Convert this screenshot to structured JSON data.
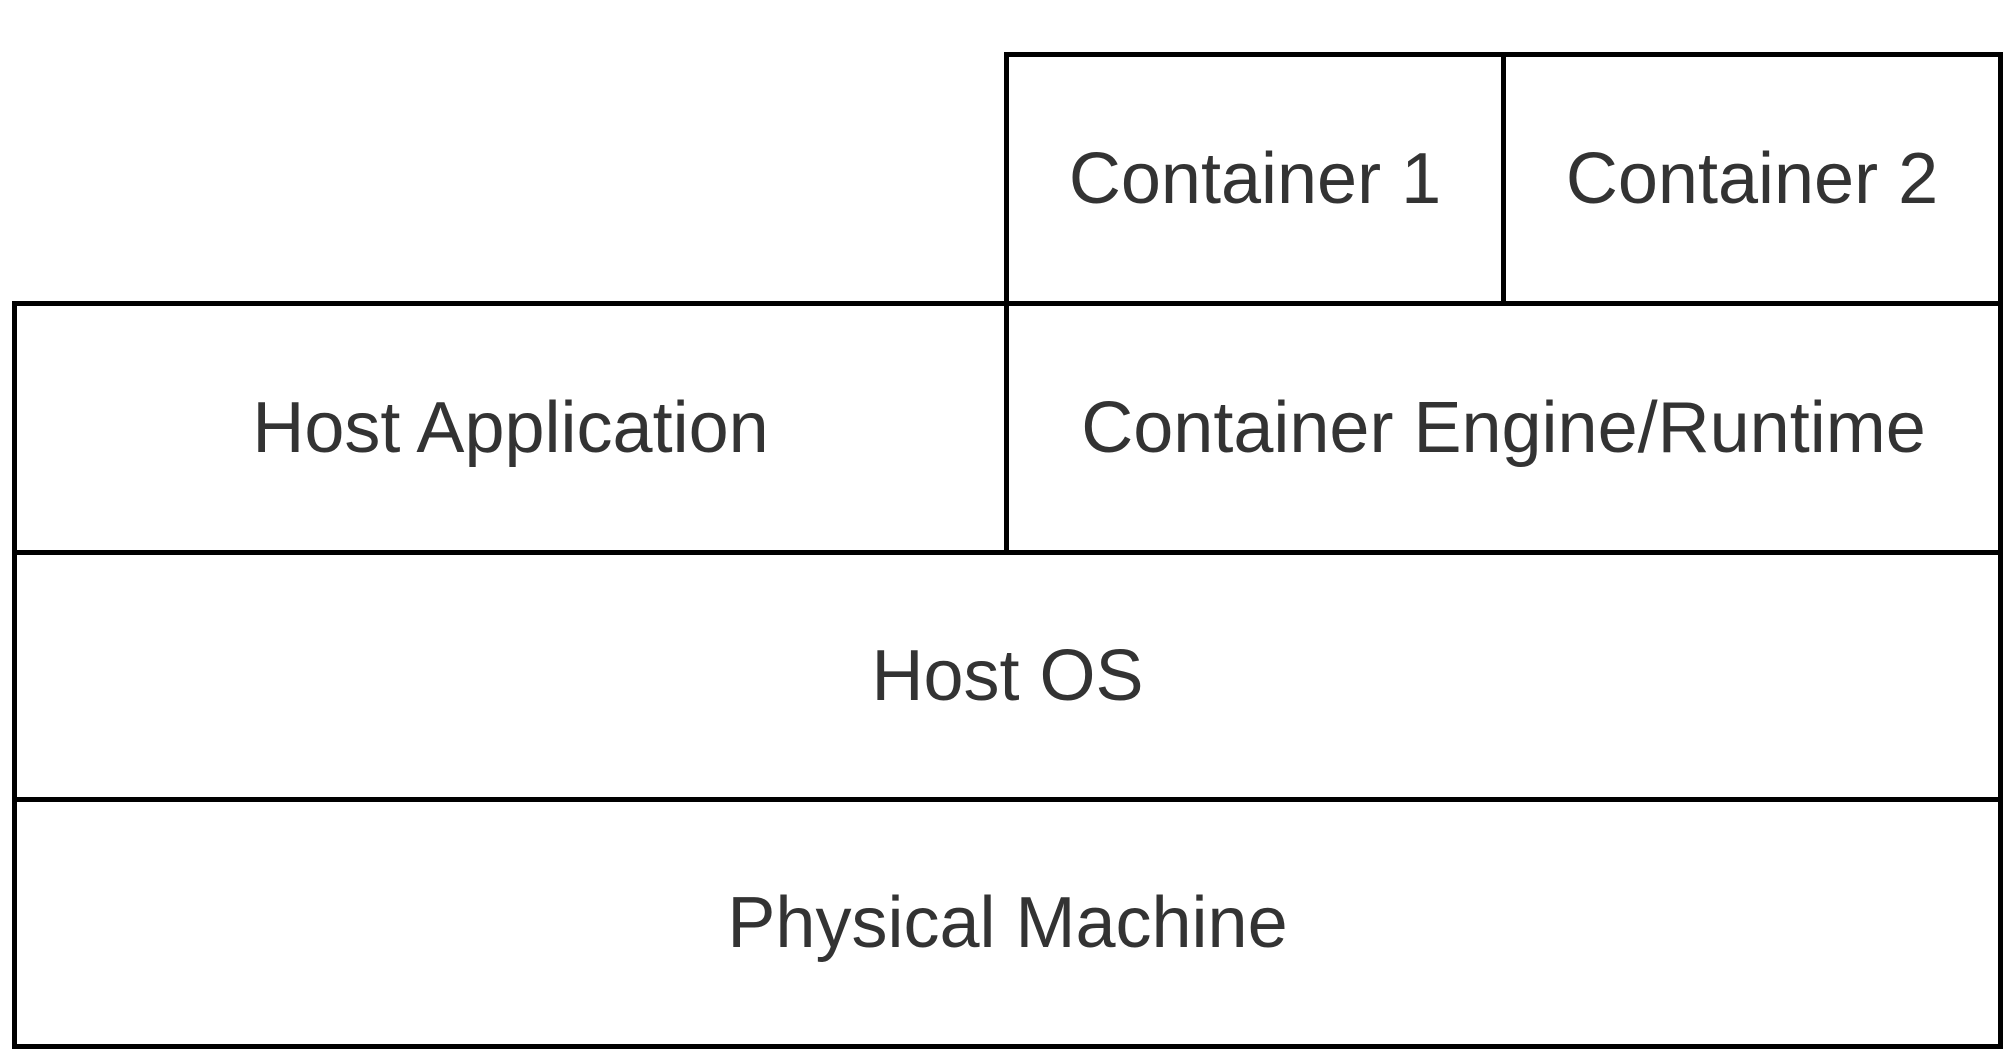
{
  "diagram": {
    "layers": {
      "containers": [
        "Container 1",
        "Container 2"
      ],
      "host_application": "Host Application",
      "container_engine": "Container Engine/Runtime",
      "host_os": "Host OS",
      "physical_machine": "Physical Machine"
    },
    "colors": {
      "border": "#000000",
      "fill": "#ffffff",
      "text": "#333333"
    }
  }
}
